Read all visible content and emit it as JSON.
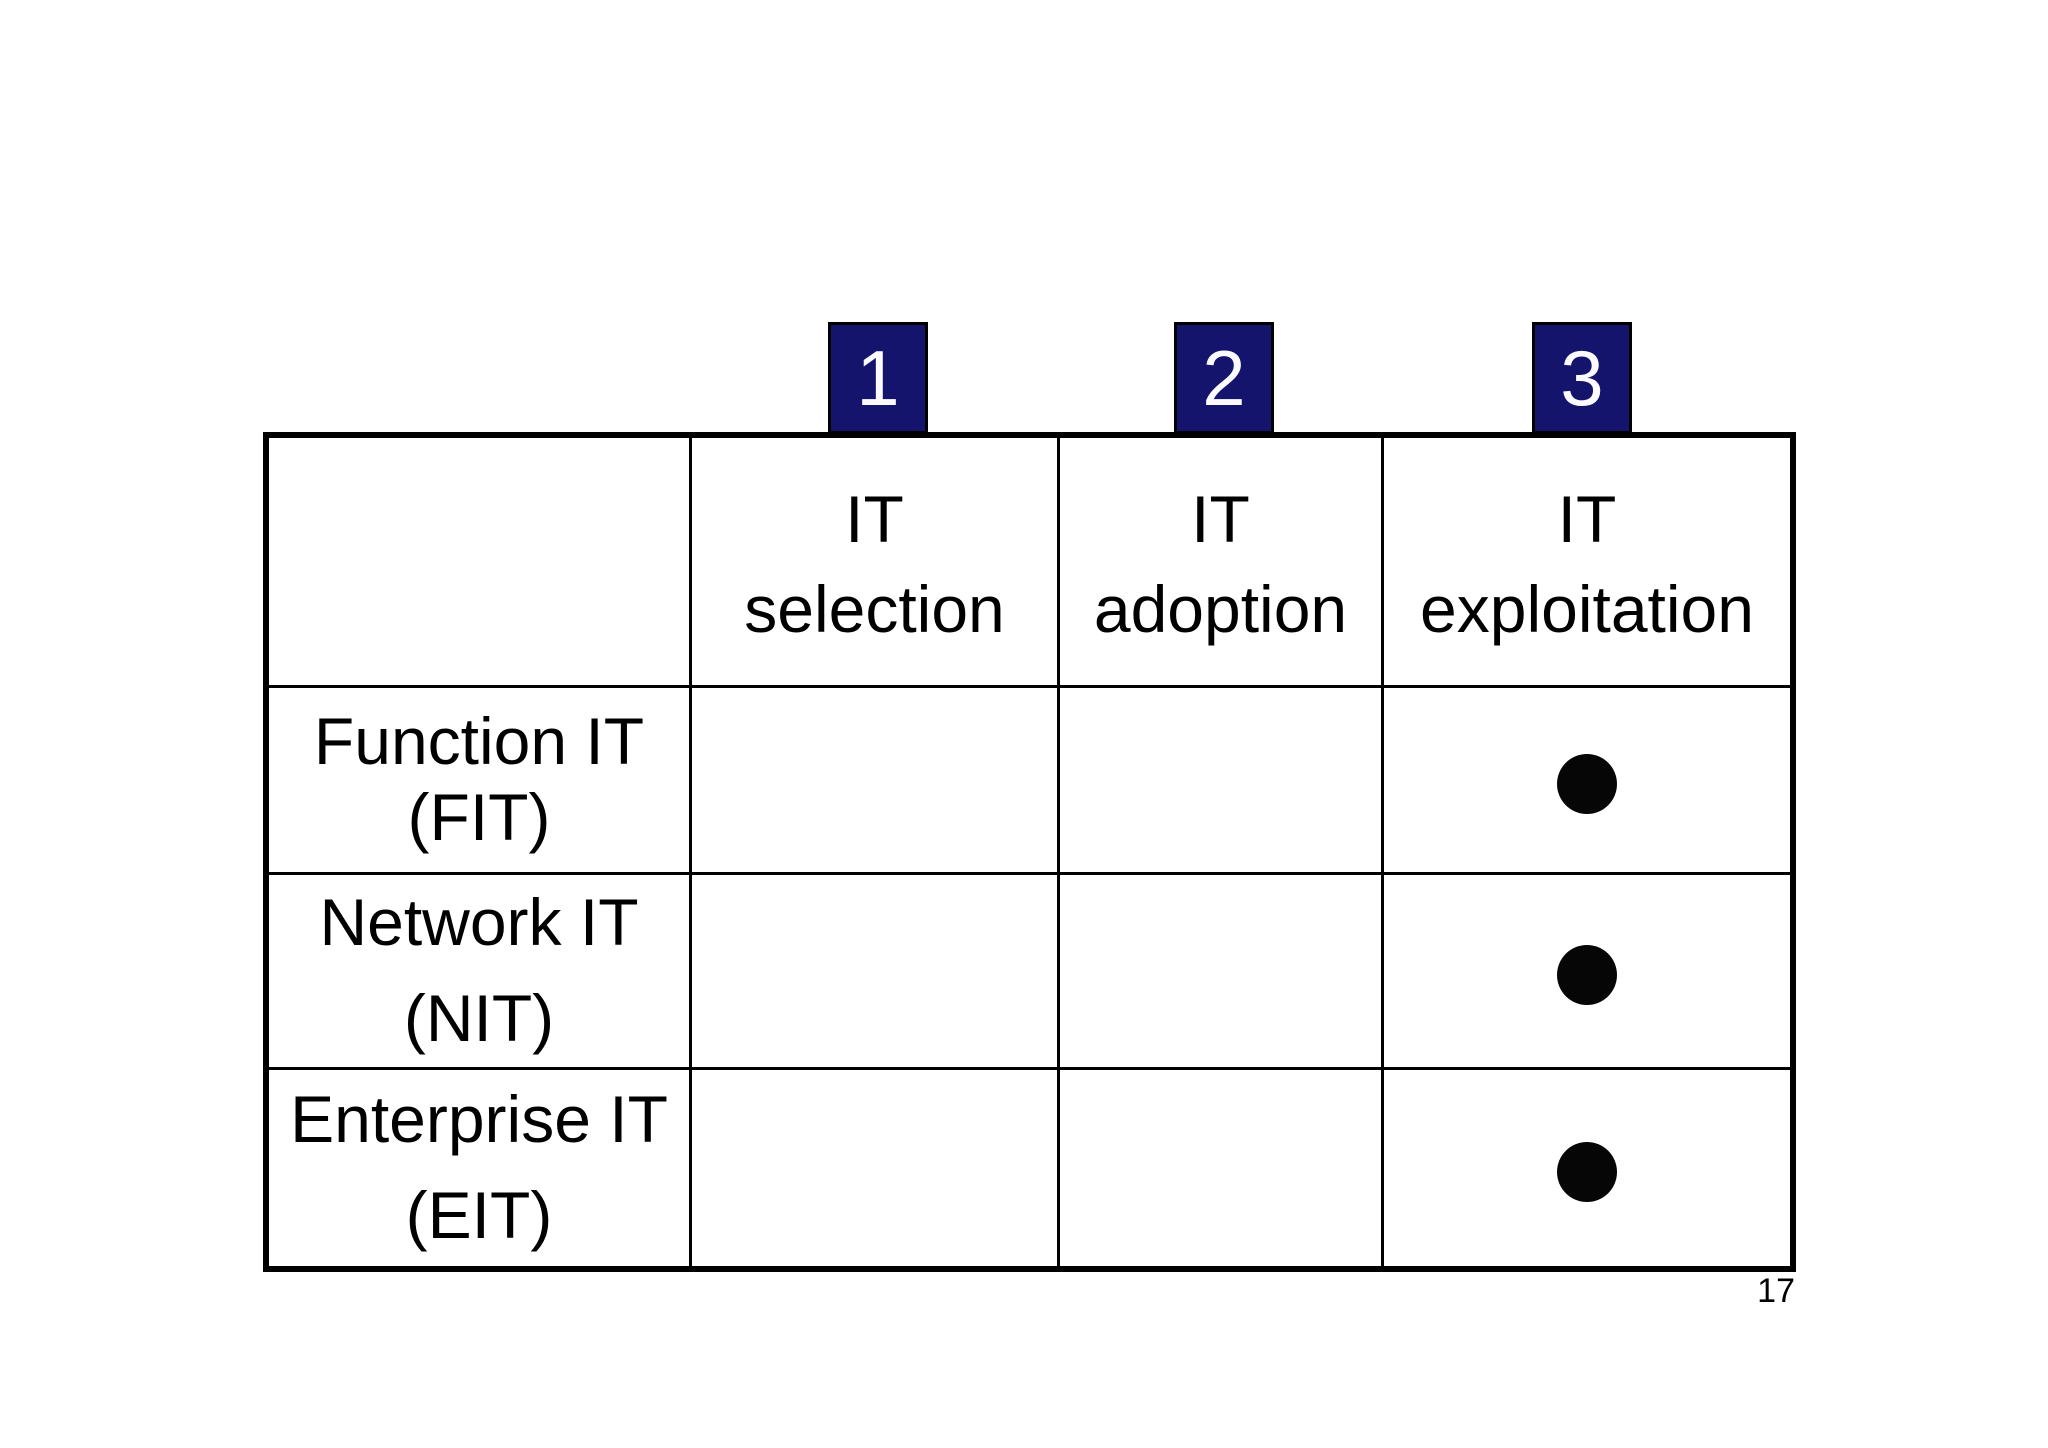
{
  "page": {
    "background": "#ffffff",
    "number": "17"
  },
  "colors": {
    "badge_bg": "#14146c",
    "badge_text": "#fbfbff",
    "grid_line": "#000000",
    "text": "#000000",
    "dot": "#060606"
  },
  "stage_badges": [
    {
      "label": "1"
    },
    {
      "label": "2"
    },
    {
      "label": "3"
    }
  ],
  "table": {
    "corner_label": "",
    "columns": [
      {
        "line1": "IT",
        "line2": "selection"
      },
      {
        "line1": "IT",
        "line2": "adoption"
      },
      {
        "line1": "IT",
        "line2": "exploitation"
      }
    ],
    "rows": [
      {
        "name": "Function IT",
        "abbr": "(FIT)",
        "marks": [
          false,
          false,
          true
        ]
      },
      {
        "name": "Network IT",
        "abbr": "(NIT)",
        "marks": [
          false,
          false,
          true
        ]
      },
      {
        "name": "Enterprise IT",
        "abbr": "(EIT)",
        "marks": [
          false,
          false,
          true
        ]
      }
    ]
  }
}
